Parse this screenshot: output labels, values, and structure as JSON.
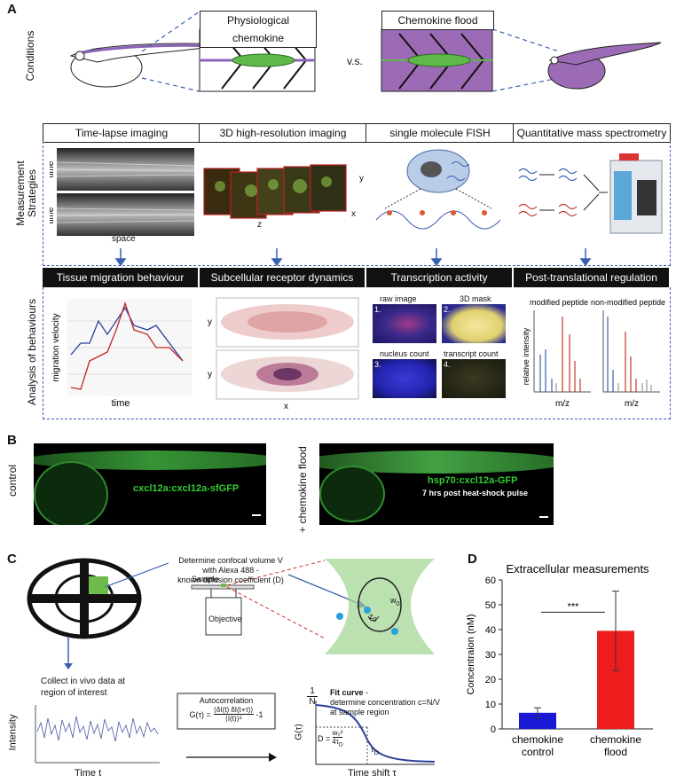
{
  "panelA": {
    "letter": "A",
    "row_conditions": "Conditions",
    "row_strategies": "Measurement\nStrategies",
    "row_analysis": "Analysis of behaviours",
    "cond_left": "Physiological chemokine",
    "cond_right": "Chemokine flood",
    "vs": "v.s.",
    "strategies": [
      "Time-lapse imaging",
      "3D high-resolution imaging",
      "single molecule FISH",
      "Quantitative mass spectrometry"
    ],
    "analyses": [
      "Tissue migration behaviour",
      "Subcellular receptor dynamics",
      "Transcription activity",
      "Post-translational regulation"
    ],
    "time_label": "time",
    "space_label": "space",
    "axis_y": "y",
    "axis_z": "z",
    "axis_x": "x",
    "migration_ylabel": "migration velocity",
    "migration_xlabel": "time",
    "fish_tiles": [
      {
        "num": "1.",
        "label": "raw image"
      },
      {
        "num": "2.",
        "label": "3D mask"
      },
      {
        "num": "3.",
        "label": "nucleus count"
      },
      {
        "num": "4.",
        "label": "transcript count"
      }
    ],
    "ms_modified": "modified peptide",
    "ms_nonmodified": "non-modified peptide",
    "ms_ylabel": "relative intensity",
    "ms_xlabel": "m/z"
  },
  "panelB": {
    "letter": "B",
    "left_side_label": "control",
    "left_caption": "cxcl12a:cxcl12a-sfGFP",
    "right_side_label": "+ chemokine flood",
    "right_caption": "hsp70:cxcl12a-GFP",
    "right_sub": "7 hrs post heat-shock pulse"
  },
  "panelC": {
    "letter": "C",
    "determine_line1": "Determine confocal volume V",
    "determine_line2": "with Alexa 488 -",
    "determine_line3": "known diffusion coefficient (D)",
    "sample": "Sample",
    "objective": "Objective",
    "w0": "w",
    "w0_sub": "0",
    "z0": "z",
    "z0_sub": "0",
    "collect_line1": "Collect in vivo data at",
    "collect_line2": "region of interest",
    "intensity_label": "Intensity",
    "time_t": "Time t",
    "autocorr_title": "Autocorrelation",
    "autocorr_formula_lhs": "G(τ) =",
    "autocorr_num": "⟨δI(t) δI(t+τ)⟩",
    "autocorr_den": "⟨I(t)⟩²",
    "autocorr_tail": "-1",
    "one_over_n_num": "1",
    "one_over_n_den": "N",
    "g_tau": "G(τ)",
    "fit_title": "Fit curve",
    "fit_line1": "determine concentration c=N/V",
    "fit_line2": "at sample region",
    "d_eq": "D =",
    "d_num": "w₀²",
    "d_den": "4τ",
    "d_den_sub": "D",
    "tau_d": "τ",
    "tau_d_sub": "D",
    "time_shift": "Time shift τ"
  },
  "panelD": {
    "letter": "D",
    "significance": "***"
  },
  "chart_data": {
    "type": "bar",
    "title": "Extracellular measurements",
    "ylabel": "Concentraion (nM)",
    "xlabel": "",
    "categories": [
      "chemokine\ncontrol",
      "chemokine\nflood"
    ],
    "values": [
      6.5,
      39.5
    ],
    "errors": [
      2,
      16
    ],
    "colors": [
      "#1a1ad6",
      "#ee1c1c"
    ],
    "ylim": [
      0,
      60
    ],
    "yticks": [
      0,
      10,
      20,
      30,
      40,
      50,
      60
    ]
  }
}
